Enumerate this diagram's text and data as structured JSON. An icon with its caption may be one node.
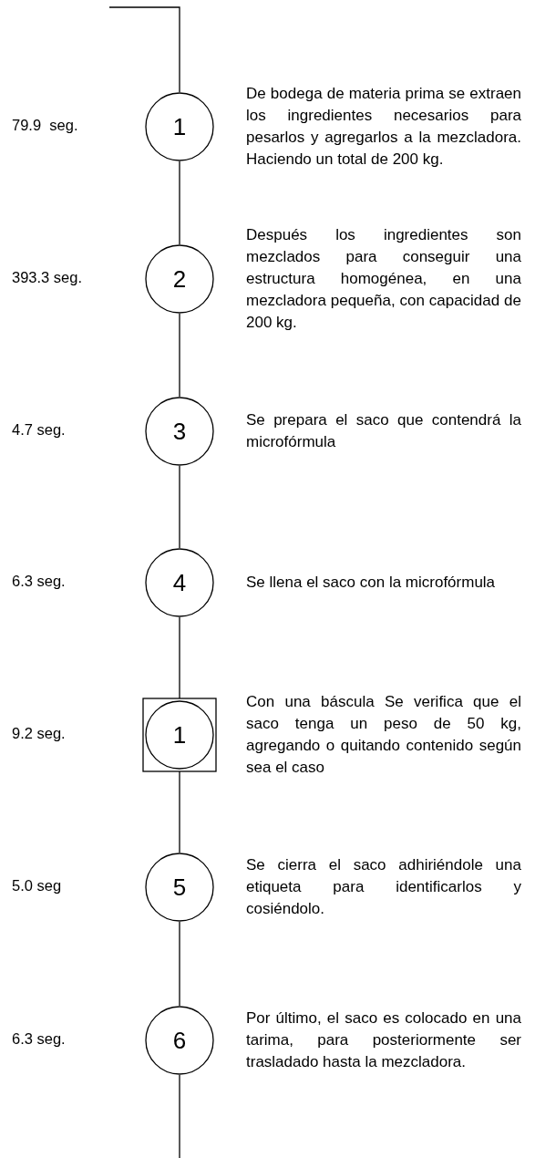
{
  "diagram": {
    "nodes": [
      {
        "text": [
          "1"
        ],
        "beside": [
          "De bodega de materia prima se extraen los ingredientes necesarios para pesarlos y agregarlos a la mezcladora. Haciendo un total de 200 kg."
        ]
      },
      {
        "text": [
          "2"
        ],
        "beside": [
          "Después los ingredientes son mezclados para conseguir una estructura homogénea, en una mezcladora pequeña, con capacidad de 200 kg."
        ]
      },
      {
        "text": [
          "3"
        ],
        "beside": [
          "Se prepara el saco que contendrá la microfórmula"
        ]
      },
      {
        "text": [
          "4"
        ],
        "beside": [
          "Se llena el saco con la microfórmula"
        ]
      },
      {
        "text": [
          "1"
        ],
        "beside": [
          "Con una báscula Se verifica que el saco tenga un peso de 50 kg, agregando o quitando contenido según sea el caso"
        ]
      },
      {
        "text": [
          "5"
        ],
        "beside": [
          "Se cierra el saco adhiriéndole una etiqueta para identificarlos y cosiéndolo."
        ]
      },
      {
        "text": [
          "6"
        ],
        "beside": [
          "Por último, el saco es colocado en una tarima, para posteriormente ser trasladado hasta la mezcladora."
        ]
      }
    ],
    "edges": [
      {
        "from": null,
        "to": 0,
        "arrow": "none"
      },
      {
        "from": 0,
        "to": 1,
        "arrow": "none"
      },
      {
        "from": 1,
        "to": 2,
        "arrow": "none"
      },
      {
        "from": 2,
        "to": 3,
        "arrow": "none"
      },
      {
        "from": 3,
        "to": 4,
        "arrow": "none"
      },
      {
        "from": 4,
        "to": 5,
        "arrow": "none"
      },
      {
        "from": 5,
        "to": 6,
        "arrow": "none"
      },
      {
        "from": 6,
        "to": null,
        "arrow": "none"
      }
    ],
    "labels": [
      "79.9  seg.",
      "393.3 seg.",
      "4.7 seg.",
      "6.3 seg.",
      "9.2 seg.",
      "5.0 seg",
      "6.3 seg."
    ]
  }
}
